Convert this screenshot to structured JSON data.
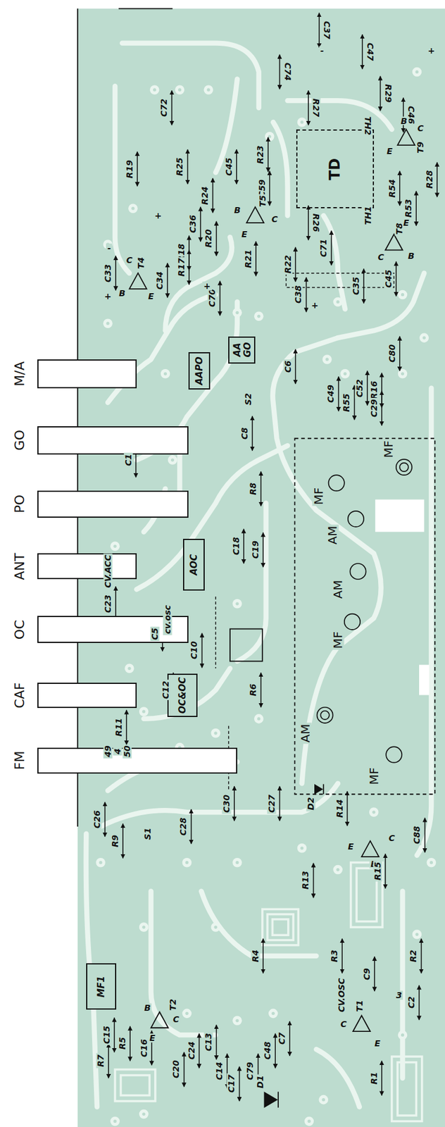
{
  "diagram": {
    "nodes": [
      {
        "text": [
          "M/A"
        ]
      },
      {
        "text": [
          "GO"
        ]
      },
      {
        "text": [
          "PO"
        ]
      },
      {
        "text": [
          "ANT"
        ]
      },
      {
        "text": [
          "OC"
        ]
      },
      {
        "text": [
          "CAF"
        ]
      },
      {
        "text": [
          "FM"
        ]
      },
      {
        "text": [
          "AAPO"
        ]
      },
      {
        "text": [
          "AA GO"
        ]
      },
      {
        "text": [
          "AOC"
        ]
      },
      {
        "text": [
          "OC&OC"
        ]
      },
      {
        "text": [
          "TD"
        ]
      },
      {
        "text": [
          "MF1"
        ]
      }
    ],
    "labels": [
      "C37",
      "-",
      "+",
      "C47",
      "C74",
      "R29",
      "R27",
      "TH2",
      "C46",
      "C72",
      "R19",
      "R25",
      "C45",
      "R23",
      "R24",
      "C59",
      "C36",
      "+",
      "R20",
      "R18",
      "R17",
      "C34",
      "T4",
      "B",
      "C",
      "E",
      "C33",
      "+",
      "-",
      "T5",
      "B",
      "C",
      "E",
      "R21",
      "R22",
      "C71",
      "R26",
      "TH1",
      "R54",
      "R53",
      "R28",
      "T9",
      "B",
      "C",
      "E",
      "T8",
      "C",
      "E",
      "B",
      "C35",
      "C45",
      "C70",
      "+",
      "C38",
      "+",
      "C6",
      "S2",
      "C8",
      "C49",
      "R55",
      "C52",
      "R16",
      "C29",
      "C80",
      "C1",
      "R8",
      "C18",
      "C19",
      "CV.ACC",
      "C23",
      "cv.osc",
      "C5",
      "C10",
      "C12",
      "R6",
      "R11",
      "49",
      "4",
      "50",
      "C26",
      "R9",
      "S1",
      "C28",
      "C30",
      "C27",
      "D2",
      "R14",
      "E",
      "B",
      "C",
      "R15",
      "C88",
      "R13",
      "R3",
      "R2",
      "C9",
      "C2",
      "CV.OSC",
      "R4",
      "T2",
      "B",
      "C",
      "E",
      "C15",
      "R5",
      "R7",
      "C16",
      "C20",
      "C24",
      "C13",
      "C48",
      "C14",
      "C17",
      "C79",
      "C7",
      "T1",
      "C",
      "E",
      "3",
      "R1",
      "D1",
      "MF",
      "MF",
      "AM",
      "AM",
      "MF",
      "AM",
      "MF"
    ]
  }
}
